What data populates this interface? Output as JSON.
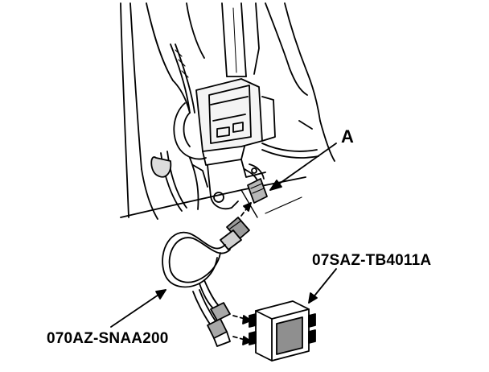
{
  "callouts": {
    "connector_label": "A",
    "tester_part_number": "07SAZ-TB4011A",
    "harness_part_number": "070AZ-SNAA200"
  },
  "colors": {
    "line": "#000000",
    "background": "#ffffff",
    "shade": "#8a8a8a"
  }
}
